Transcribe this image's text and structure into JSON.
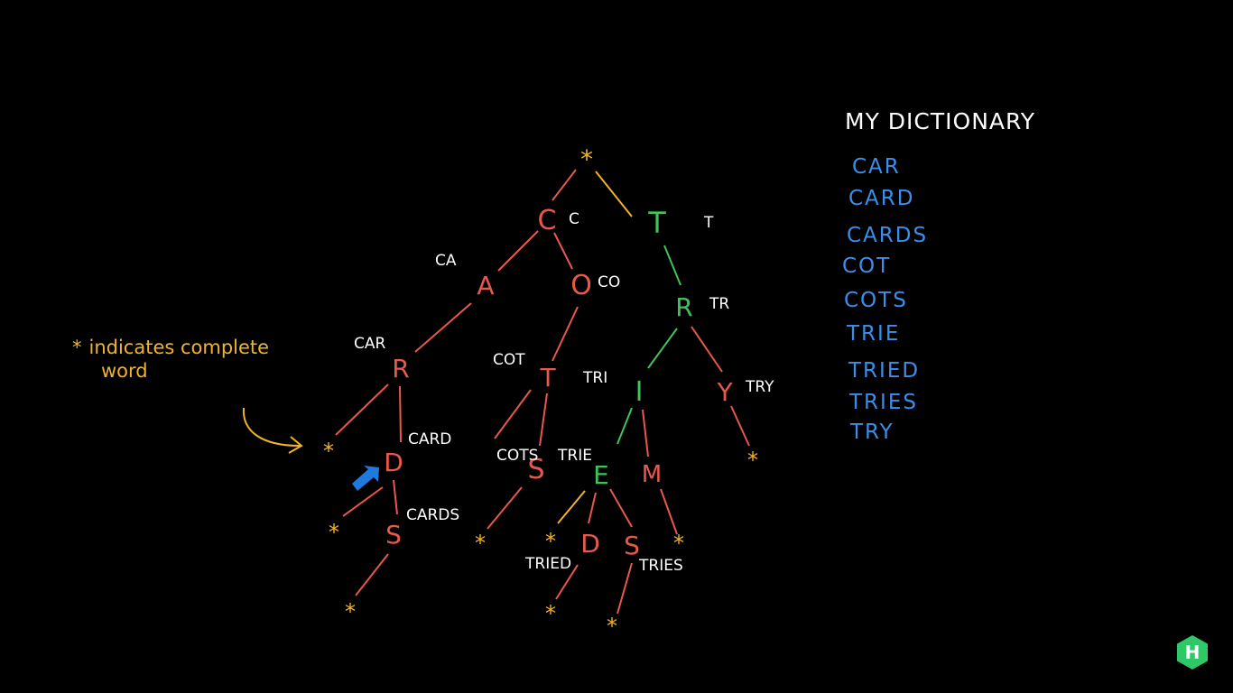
{
  "legend": {
    "star": "*",
    "text_line1": "indicates complete",
    "text_line2": "word"
  },
  "dictionary": {
    "title": "MY DICTIONARY",
    "words": [
      "CAR",
      "CARD",
      "CARDS",
      "COT",
      "COTS",
      "TRIE",
      "TRIED",
      "TRIES",
      "TRY"
    ]
  },
  "colors": {
    "red": "#e8584b",
    "green": "#3ec45a",
    "yellow": "#f0b429",
    "blue": "#3b8eea",
    "white": "#ffffff"
  },
  "trie": {
    "root": "*",
    "nodes": [
      {
        "id": "C",
        "letter": "C",
        "label": "C",
        "color": "red"
      },
      {
        "id": "T",
        "letter": "T",
        "label": "T",
        "color": "green"
      },
      {
        "id": "A",
        "letter": "A",
        "label": "CA",
        "color": "red"
      },
      {
        "id": "O",
        "letter": "O",
        "label": "CO",
        "color": "red"
      },
      {
        "id": "R1",
        "letter": "R",
        "label": "CAR",
        "color": "red"
      },
      {
        "id": "T2",
        "letter": "T",
        "label": "COT",
        "color": "red"
      },
      {
        "id": "R2",
        "letter": "R",
        "label": "TR",
        "color": "green"
      },
      {
        "id": "I",
        "letter": "I",
        "label": "TRI",
        "color": "green"
      },
      {
        "id": "Y",
        "letter": "Y",
        "label": "TRY",
        "color": "red"
      },
      {
        "id": "D1",
        "letter": "D",
        "label": "CARD",
        "color": "red"
      },
      {
        "id": "S1",
        "letter": "S",
        "label": "CARDS",
        "color": "red"
      },
      {
        "id": "S2",
        "letter": "S",
        "label": "COTS",
        "color": "red"
      },
      {
        "id": "E",
        "letter": "E",
        "label": "TRIE",
        "color": "green"
      },
      {
        "id": "M",
        "letter": "M",
        "label": "",
        "color": "red"
      },
      {
        "id": "D2",
        "letter": "D",
        "label": "TRIED",
        "color": "red"
      },
      {
        "id": "S3",
        "letter": "S",
        "label": "TRIES",
        "color": "red"
      }
    ],
    "end_marker": "*"
  },
  "logo": {
    "letter": "H"
  }
}
